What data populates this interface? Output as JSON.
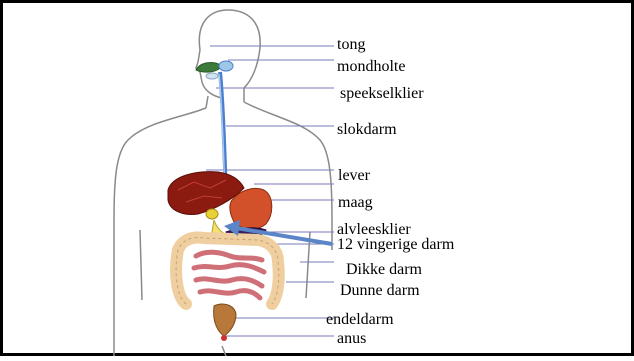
{
  "diagram": {
    "labels": {
      "tongue": "tong",
      "mouth": "mondholte",
      "salivary_gland": "speekselklier",
      "esophagus": "slokdarm",
      "liver": "lever",
      "stomach": "maag",
      "pancreas": "alvleesklier",
      "duodenum": "12 vingerige darm",
      "large_intestine": "Dikke darm",
      "small_intestine": "Dunne darm",
      "rectum": "endeldarm",
      "anus": "anus"
    },
    "colors": {
      "frame": "#000000",
      "body_outline": "#8a8a8a",
      "leader_line": "#7a7ab8",
      "liver": "#8b1a10",
      "stomach": "#d2502a",
      "pancreas": "#3a1d5a",
      "esophagus": "#4a7fd0",
      "large_intestine": "#efcf9f",
      "small_intestine": "#cf6f78",
      "gall_bladder": "#e8d23a",
      "arrow": "#5a86c8"
    }
  }
}
